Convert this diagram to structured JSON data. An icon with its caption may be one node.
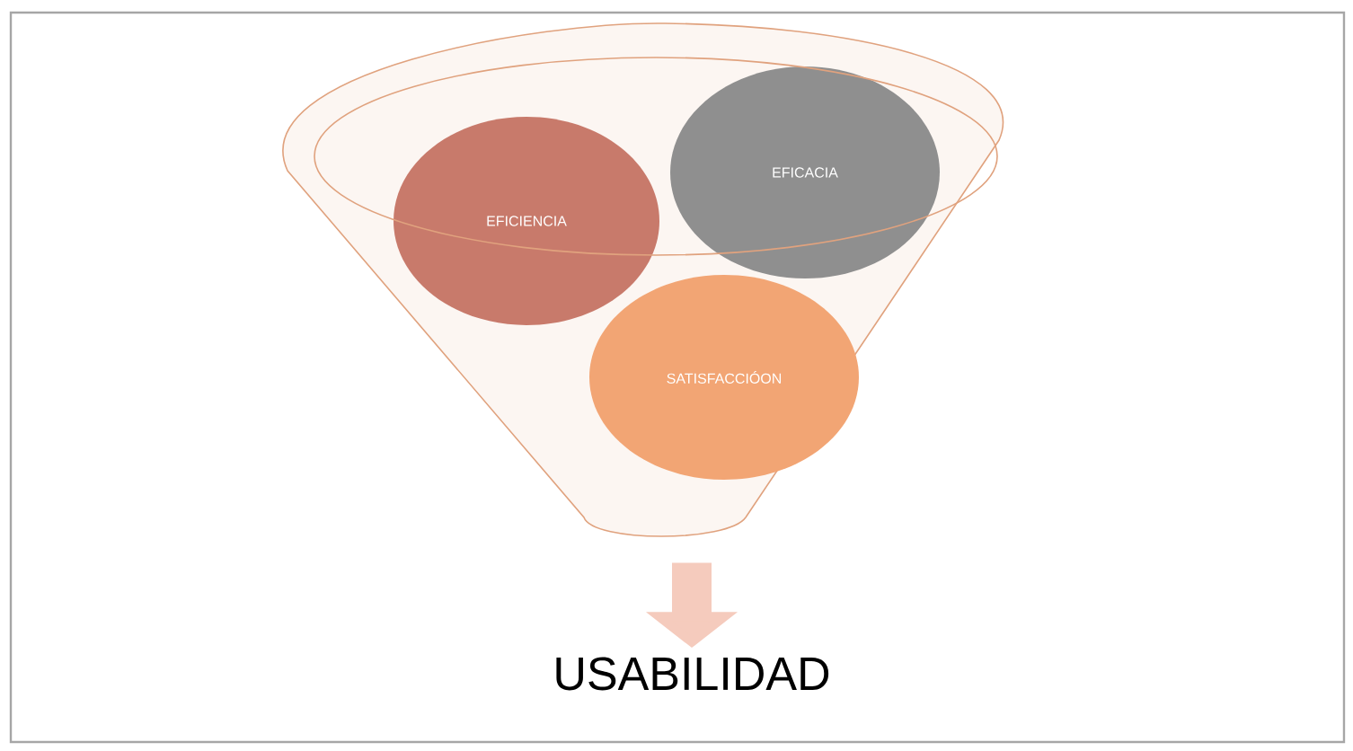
{
  "diagram": {
    "nodes": [
      {
        "text": [],
        "shape": "funnel"
      },
      {
        "text": [
          "EFICIENCIA"
        ],
        "in": 0
      },
      {
        "text": [
          "EFICACIA"
        ],
        "in": 0
      },
      {
        "text": [
          "SATISFACCIÓON"
        ],
        "in": 0
      },
      {
        "text": [
          "USABILIDAD"
        ]
      }
    ],
    "edges": [
      {
        "from": 0,
        "to": 4,
        "arrow": "to",
        "color": "#f5cbbd"
      }
    ]
  }
}
